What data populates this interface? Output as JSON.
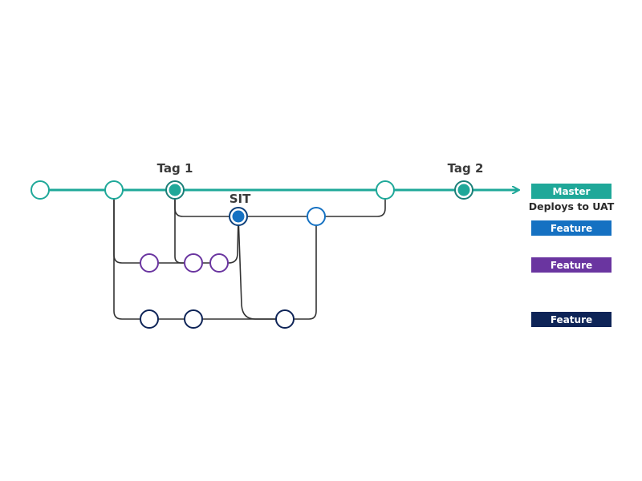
{
  "tags": {
    "tag1": "Tag 1",
    "tag2": "Tag 2",
    "sit": "SIT"
  },
  "legend": {
    "master": {
      "label": "Master",
      "caption": "Deploys to UAT"
    },
    "feature_blue": {
      "label": "Feature"
    },
    "feature_purple": {
      "label": "Feature"
    },
    "feature_navy": {
      "label": "Feature"
    }
  },
  "colors": {
    "master": "#1fa899",
    "feature_blue": "#1571c2",
    "feature_purple": "#6a35a0",
    "feature_navy": "#0e2457",
    "connector": "#333333"
  }
}
